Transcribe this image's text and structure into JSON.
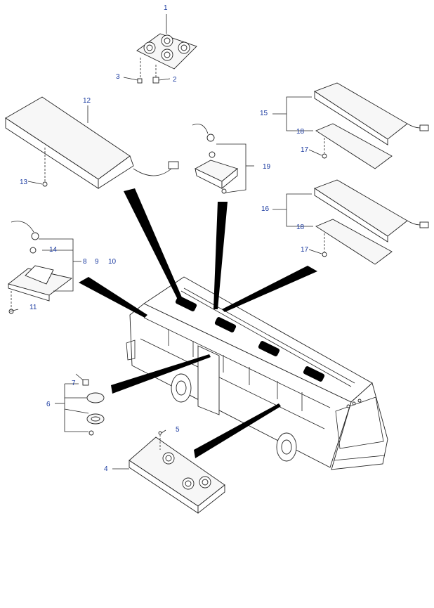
{
  "diagram": {
    "callouts": [
      "1",
      "2",
      "3",
      "4",
      "5",
      "6",
      "7",
      "8",
      "9",
      "10",
      "11",
      "12",
      "13",
      "14",
      "15",
      "16",
      "17",
      "17",
      "18",
      "18",
      "19"
    ],
    "label_color": "#1a3aa0"
  }
}
